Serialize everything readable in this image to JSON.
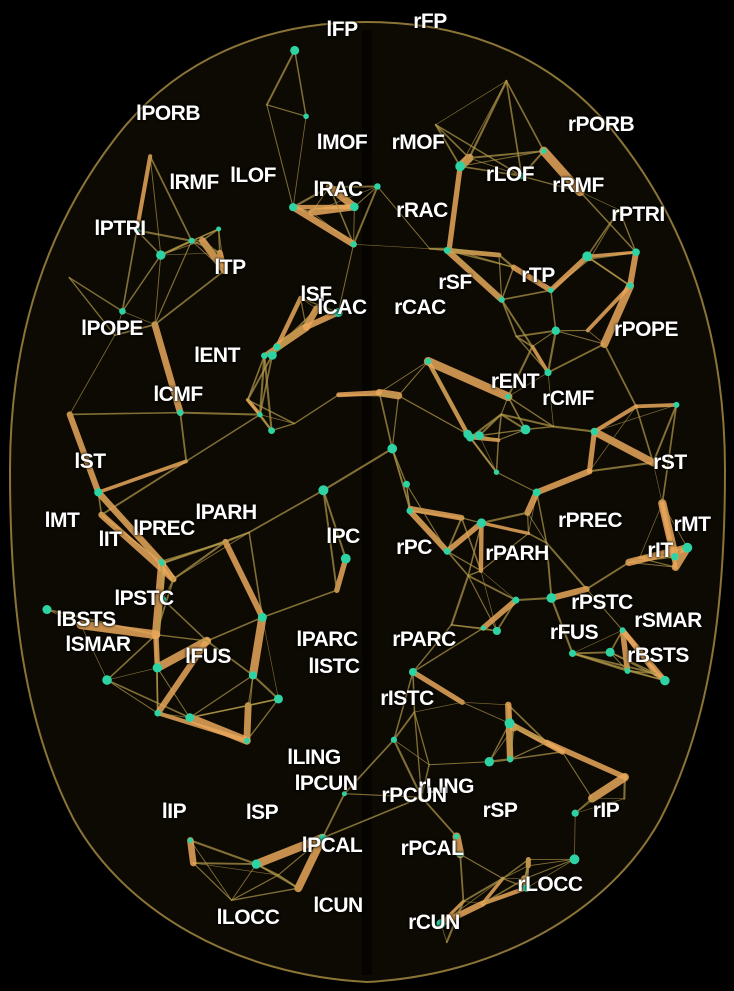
{
  "colors": {
    "background": "#000000",
    "edge_thin": "#b49a4a",
    "edge_thick": "#e9a75a",
    "node": "#2ed3a4",
    "label": "#ffffff"
  },
  "regions": [
    "lFP",
    "rFP",
    "lPORB",
    "rPORB",
    "lMOF",
    "rMOF",
    "lRMF",
    "lLOF",
    "rLOF",
    "rRMF",
    "lRAC",
    "rRAC",
    "lPTRI",
    "rPTRI",
    "lTP",
    "rTP",
    "lSF",
    "lCAC",
    "rCAC",
    "rSF",
    "lPOPE",
    "rPOPE",
    "lENT",
    "rENT",
    "lCMF",
    "rCMF",
    "lST",
    "rST",
    "lMT",
    "lIT",
    "lPREC",
    "lPARH",
    "rPREC",
    "rMT",
    "rIT",
    "lPC",
    "rPC",
    "rPARH",
    "lPSTC",
    "rPSTC",
    "lBSTS",
    "lSMAR",
    "lFUS",
    "lPARC",
    "rPARC",
    "lISTC",
    "rISTC",
    "rFUS",
    "rSMAR",
    "rBSTS",
    "lLING",
    "rLING",
    "lPCUN",
    "rPCUN",
    "lIP",
    "lSP",
    "rSP",
    "rIP",
    "lPCAL",
    "rPCAL",
    "rLOCC",
    "lLOCC",
    "lCUN",
    "rCUN"
  ]
}
